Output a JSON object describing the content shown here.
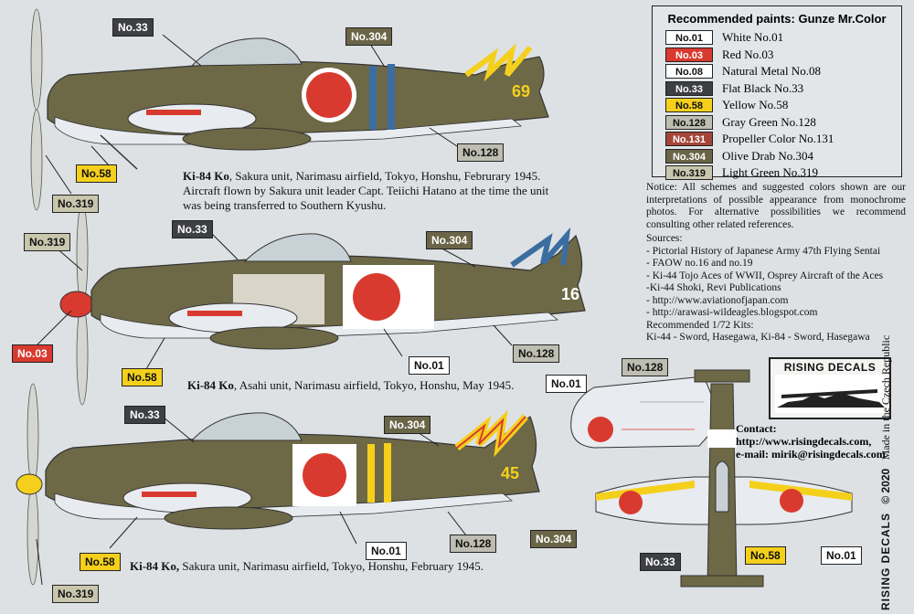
{
  "legend": {
    "title": "Recommended paints: Gunze Mr.Color",
    "rows": [
      {
        "code": "No.01",
        "name": "White No.01",
        "color": "#ffffff"
      },
      {
        "code": "No.03",
        "name": "Red No.03",
        "color": "#d93a2f"
      },
      {
        "code": "No.08",
        "name": "Natural Metal No.08",
        "color": "#ffffff"
      },
      {
        "code": "No.33",
        "name": "Flat Black No.33",
        "color": "#3d3f43"
      },
      {
        "code": "No.58",
        "name": "Yellow No.58",
        "color": "#f4d01c"
      },
      {
        "code": "No.128",
        "name": "Gray Green No.128",
        "color": "#bdbdb1"
      },
      {
        "code": "No.131",
        "name": "Propeller Color No.131",
        "color": "#a4453a"
      },
      {
        "code": "No.304",
        "name": "Olive Drab No.304",
        "color": "#6b6548"
      },
      {
        "code": "No.319",
        "name": "Light Green No.319",
        "color": "#c9c6ae"
      }
    ]
  },
  "callouts": {
    "a1_33": "No.33",
    "a1_304": "No.304",
    "a1_128": "No.128",
    "a1_58": "No.58",
    "a1_319": "No.319",
    "a2_33": "No.33",
    "a2_319": "No.319",
    "a2_304": "No.304",
    "a2_03": "No.03",
    "a2_128": "No.128",
    "a2_01": "No.01",
    "a2_58": "No.58",
    "a3_33": "No.33",
    "a3_304": "No.304",
    "a3_58": "No.58",
    "a3_01": "No.01",
    "a3_128": "No.128",
    "a3_319": "No.319",
    "d_01a": "No.01",
    "d_128": "No.128",
    "d_304": "No.304",
    "d_33": "No.33",
    "d_58": "No.58",
    "d_01b": "No.01"
  },
  "captions": {
    "a1_bold": "Ki-84 Ko",
    "a1_line1": ", Sakura unit, Narimasu airfield, Tokyo, Honshu, Februrary 1945.",
    "a1_line2": "Aircraft flown by Sakura unit leader Capt. Teiichi Hatano at the time the unit",
    "a1_line3": "was being transferred to Southern Kyushu.",
    "a2_bold": "Ki-84 Ko",
    "a2_line1": ", Asahi unit, Narimasu airfield, Tokyo, Honshu, May 1945.",
    "a3_bold": "Ki-84 Ko,",
    "a3_line1": " Sakura unit, Narimasu airfield, Tokyo, Honshu, February 1945."
  },
  "aircraft_numbers": {
    "a1": "69",
    "a2": "16",
    "a3": "45"
  },
  "notes": {
    "notice": "Notice: All schemes and suggested colors shown are our interpretations of possible appearance from monochrome photos. For alternative possibilities we recommend consulting other related references.",
    "sources_title": "Sources:",
    "sources": [
      "- Pictorial History of Japanese Army 47th Flying Sentai",
      "- FAOW no.16 and no.19",
      "- Ki-44 Tojo Aces of WWII, Osprey Aircraft of the Aces",
      "-Ki-44 Shoki, Revi Publications",
      "- http://www.aviationofjapan.com",
      "- http://arawasi-wildeagles.blogspot.com"
    ],
    "kits_title": "Recommended 1/72 Kits:",
    "kits": "Ki-44 - Sword, Hasegawa, Ki-84 - Sword, Hasegawa"
  },
  "brand": "RISING DECALS",
  "contact": {
    "title": "Contact:",
    "web": "http://www.risingdecals.com,",
    "email": "e-mail: mirik@risingdecals.com"
  },
  "vertical_text": {
    "brand": "RISING DECALS",
    "copyright": "© 2020",
    "made": "Made in the Czech Republic"
  }
}
